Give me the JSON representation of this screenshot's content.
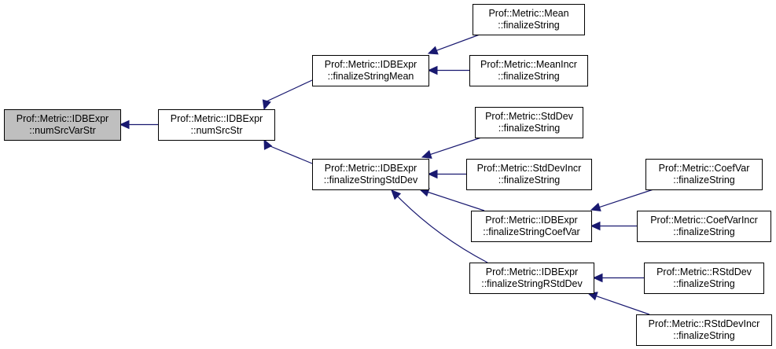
{
  "diagram": {
    "type": "call-graph",
    "colors": {
      "edge": "#191970",
      "node_border": "#000000",
      "node_fill": "#ffffff",
      "root_fill": "#bfbfbf"
    },
    "nodes": [
      {
        "id": "n0",
        "line1": "Prof::Metric::IDBExpr",
        "line2": "::numSrcVarStr",
        "root": true
      },
      {
        "id": "n1",
        "line1": "Prof::Metric::IDBExpr",
        "line2": "::numSrcStr"
      },
      {
        "id": "n2",
        "line1": "Prof::Metric::IDBExpr",
        "line2": "::finalizeStringMean"
      },
      {
        "id": "n3",
        "line1": "Prof::Metric::Mean",
        "line2": "::finalizeString"
      },
      {
        "id": "n4",
        "line1": "Prof::Metric::MeanIncr",
        "line2": "::finalizeString"
      },
      {
        "id": "n5",
        "line1": "Prof::Metric::IDBExpr",
        "line2": "::finalizeStringStdDev"
      },
      {
        "id": "n6",
        "line1": "Prof::Metric::StdDev",
        "line2": "::finalizeString"
      },
      {
        "id": "n7",
        "line1": "Prof::Metric::StdDevIncr",
        "line2": "::finalizeString"
      },
      {
        "id": "n8",
        "line1": "Prof::Metric::IDBExpr",
        "line2": "::finalizeStringCoefVar"
      },
      {
        "id": "n9",
        "line1": "Prof::Metric::CoefVar",
        "line2": "::finalizeString"
      },
      {
        "id": "n10",
        "line1": "Prof::Metric::CoefVarIncr",
        "line2": "::finalizeString"
      },
      {
        "id": "n11",
        "line1": "Prof::Metric::IDBExpr",
        "line2": "::finalizeStringRStdDev"
      },
      {
        "id": "n12",
        "line1": "Prof::Metric::RStdDev",
        "line2": "::finalizeString"
      },
      {
        "id": "n13",
        "line1": "Prof::Metric::RStdDevIncr",
        "line2": "::finalizeString"
      }
    ],
    "edges": [
      {
        "from": "n1",
        "to": "n0"
      },
      {
        "from": "n2",
        "to": "n1"
      },
      {
        "from": "n5",
        "to": "n1"
      },
      {
        "from": "n3",
        "to": "n2"
      },
      {
        "from": "n4",
        "to": "n2"
      },
      {
        "from": "n6",
        "to": "n5"
      },
      {
        "from": "n7",
        "to": "n5"
      },
      {
        "from": "n8",
        "to": "n5"
      },
      {
        "from": "n11",
        "to": "n5"
      },
      {
        "from": "n9",
        "to": "n8"
      },
      {
        "from": "n10",
        "to": "n8"
      },
      {
        "from": "n12",
        "to": "n11"
      },
      {
        "from": "n13",
        "to": "n11"
      }
    ]
  }
}
